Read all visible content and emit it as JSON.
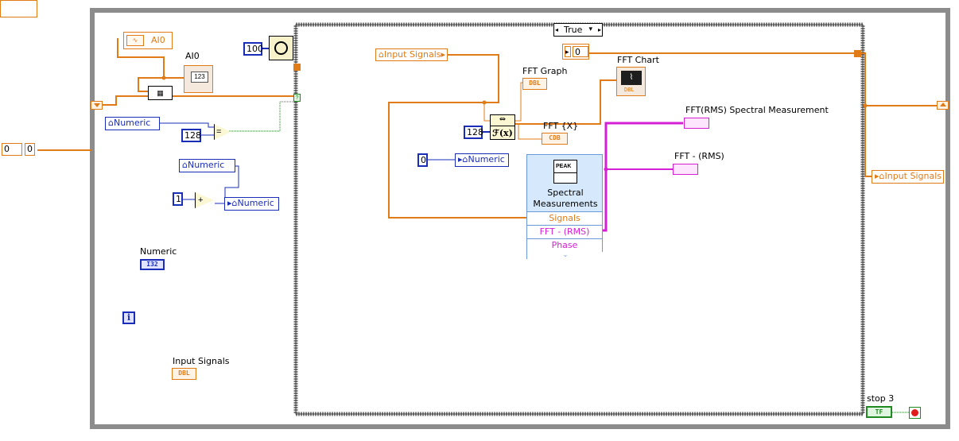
{
  "while_loop": {
    "tunnel_left_value": "0",
    "tunnel_left_index": "0",
    "stop_label": "stop 3",
    "stop_terminal": "TF"
  },
  "left_panel": {
    "daq_assistant_label": "AI0",
    "ai0_label": "AI0",
    "ai0_indicator_text": "123",
    "wait_constant": "100",
    "numeric_control_1": "Numeric",
    "const_128": "128",
    "numeric_control_2": "Numeric",
    "const_1": "1",
    "numeric_indicator": "Numeric",
    "numeric_label": "Numeric",
    "numeric_terminal": "I32",
    "loop_index": "i",
    "input_signals_label": "Input Signals",
    "input_signals_terminal": "DBL"
  },
  "case_structure": {
    "selector_value": "True",
    "input_signals_local": "Input Signals",
    "const_0_index": "0",
    "fft_graph_label": "FFT Graph",
    "fft_graph_terminal": "DBL",
    "fft_chart_label": "FFT Chart",
    "fft_chart_terminal": "DBL",
    "fft_x_label": "FFT {X}",
    "fft_x_terminal": "CDB",
    "fft_func_glyph": "ℱ(x)",
    "const_128": "128",
    "const_0": "0",
    "numeric_local": "Numeric",
    "fft_rms_spectral_label": "FFT(RMS) Spectral Measurement",
    "fft_rms_label": "FFT - (RMS)",
    "express_vi": {
      "icon_text": "PEAK",
      "title": "Spectral\nMeasurements",
      "inputs": [
        "Signals",
        "FFT - (RMS)",
        "Phase"
      ]
    }
  },
  "right_panel": {
    "input_signals_local": "Input Signals"
  },
  "colors": {
    "wire_orange": "#e07b17",
    "wire_pink": "#d41fd4",
    "wire_blue": "#1a2db8",
    "wire_green": "#1f8a1f",
    "frame_gray": "#8c8c8c"
  }
}
